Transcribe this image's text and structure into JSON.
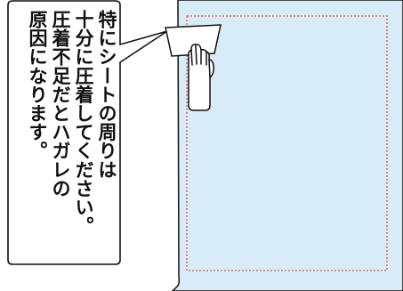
{
  "instruction": {
    "lines": [
      "特にシートの周りは",
      "十分に圧着してください。",
      "圧着不足だとハガレの",
      "原因になります。"
    ]
  },
  "illustration": {
    "sheet_color": "#d8ebf8",
    "outline_color": "#111111",
    "dotted_guide_color": "#e45b3b",
    "hand_color": "#ffffff",
    "squeegee_color": "#ffffff"
  }
}
